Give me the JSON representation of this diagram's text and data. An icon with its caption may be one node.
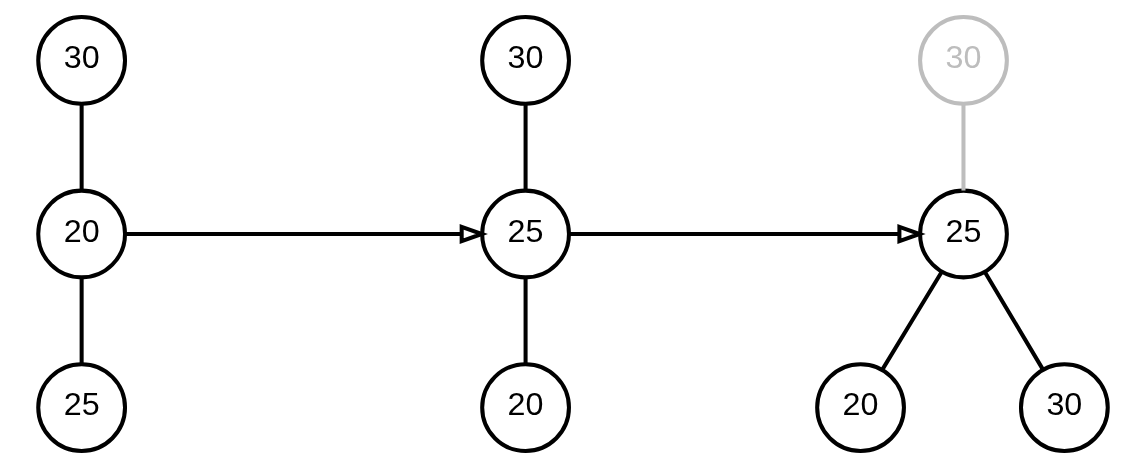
{
  "diagram": {
    "nodes": [
      {
        "text": [
          "30"
        ]
      },
      {
        "text": [
          "20"
        ]
      },
      {
        "text": [
          "25"
        ]
      },
      {
        "text": [
          "30"
        ]
      },
      {
        "text": [
          "25"
        ]
      },
      {
        "text": [
          "20"
        ]
      },
      {
        "text": [
          "25"
        ]
      },
      {
        "text": [
          "20"
        ]
      },
      {
        "text": [
          "30"
        ]
      },
      {
        "text": [
          "30"
        ]
      }
    ],
    "edges": [
      {
        "from": 0,
        "to": 1,
        "arrow": "none"
      },
      {
        "from": 1,
        "to": 2,
        "arrow": "none"
      },
      {
        "from": 1,
        "to": 4,
        "arrow": "to"
      },
      {
        "from": 3,
        "to": 4,
        "arrow": "none"
      },
      {
        "from": 4,
        "to": 5,
        "arrow": "none"
      },
      {
        "from": 4,
        "to": 6,
        "arrow": "to"
      },
      {
        "from": 9,
        "to": 6,
        "arrow": "none",
        "color": "#bdbdbd"
      },
      {
        "from": 6,
        "to": 7,
        "arrow": "none"
      },
      {
        "from": 6,
        "to": 8,
        "arrow": "none"
      }
    ]
  }
}
